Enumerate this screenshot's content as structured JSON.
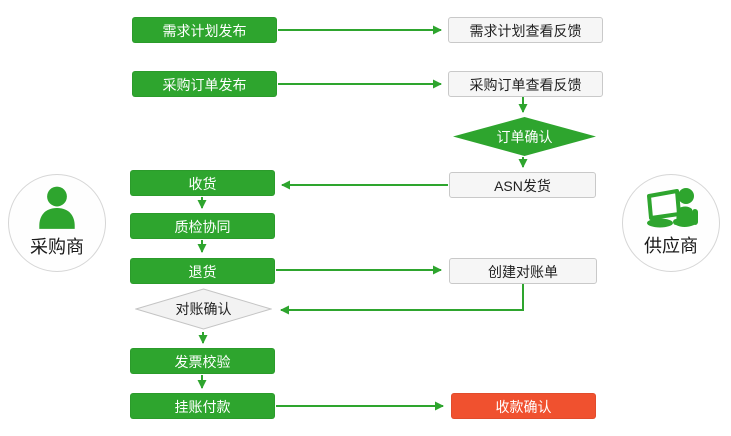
{
  "actors": {
    "buyer": {
      "label": "采购商"
    },
    "supplier": {
      "label": "供应商"
    }
  },
  "nodes": {
    "demand_plan_publish": "需求计划发布",
    "demand_plan_feedback": "需求计划查看反馈",
    "po_publish": "采购订单发布",
    "po_feedback": "采购订单查看反馈",
    "order_confirm": "订单确认",
    "asn_ship": "ASN发货",
    "receive_goods": "收货",
    "quality_collab": "质检协同",
    "return_goods": "退货",
    "create_statement": "创建对账单",
    "statement_confirm": "对账确认",
    "invoice_verify": "发票校验",
    "payment_on_account": "挂账付款",
    "receipt_confirm": "收款确认"
  },
  "colors": {
    "process_green": "#2ea52e",
    "terminal_red": "#f0512f",
    "feedback_fill": "#f6f6f6",
    "feedback_border": "#c9c9c9",
    "arrow_green": "#2ea52e"
  }
}
